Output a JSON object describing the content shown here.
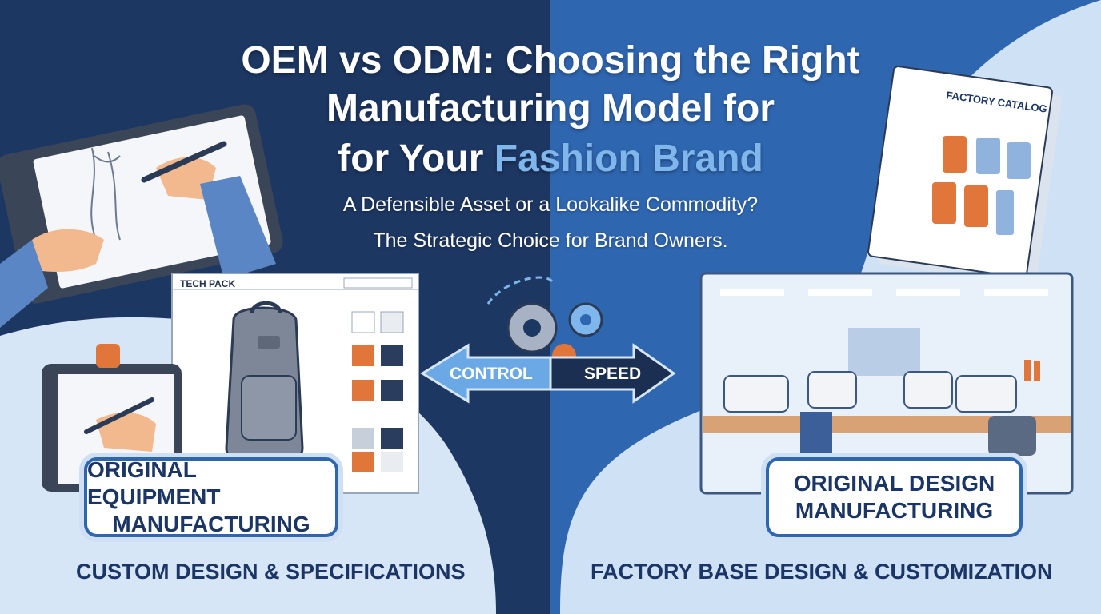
{
  "title": {
    "line1": "OEM vs ODM: Choosing the Right",
    "line2": "Manufacturing Model for",
    "line3_prefix": "for Your ",
    "line3_accent": "Fashion Brand"
  },
  "subtitle": {
    "line1": "A Defensible Asset or a Lookalike Commodity?",
    "line2": "The Strategic Choice for Brand Owners."
  },
  "center": {
    "left_label": "CONTROL",
    "right_label": "SPEED"
  },
  "oem": {
    "box_line1": "ORIGINAL EQUIPMENT",
    "box_line2": "MANUFACTURING",
    "caption": "CUSTOM DESIGN & SPECIFICATIONS",
    "tech_pack_title": "TECH PACK"
  },
  "odm": {
    "box_line1": "ORIGINAL DESIGN",
    "box_line2": "MANUFACTURING",
    "caption": "FACTORY BASE DESIGN & CUSTOMIZATION",
    "catalog_title": "FACTORY CATALOG"
  },
  "colors": {
    "navy": "#1d3763",
    "mid_blue": "#2f66b0",
    "light_blue": "#d7e6f6",
    "accent_blue": "#7fb6ec",
    "orange": "#e0763a"
  }
}
